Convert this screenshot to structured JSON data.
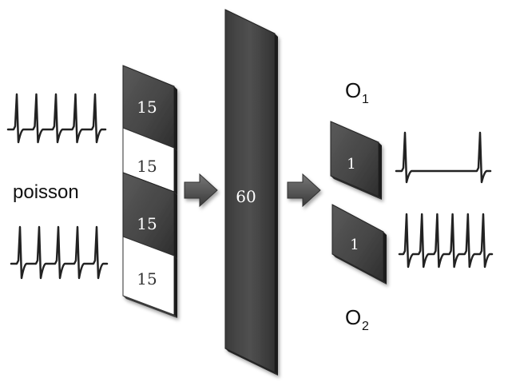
{
  "input": {
    "label": "poisson",
    "spike_trains": [
      {
        "spikes": 5
      },
      {
        "spikes": 5
      }
    ]
  },
  "layer1": {
    "blocks": [
      {
        "value": "15",
        "style": "dark"
      },
      {
        "value": "15",
        "style": "light"
      },
      {
        "value": "15",
        "style": "dark"
      },
      {
        "value": "15",
        "style": "light"
      }
    ]
  },
  "layer2": {
    "value": "60"
  },
  "outputs": [
    {
      "label_main": "O",
      "label_sub": "1",
      "value": "1",
      "spikes": 2
    },
    {
      "label_main": "O",
      "label_sub": "2",
      "value": "1",
      "spikes": 6
    }
  ],
  "colors": {
    "dark_face": "#4a4a4a",
    "dark_edge": "#2a2a2a",
    "light_face": "#ffffff",
    "arrow": "#555555",
    "spike": "#222222"
  }
}
